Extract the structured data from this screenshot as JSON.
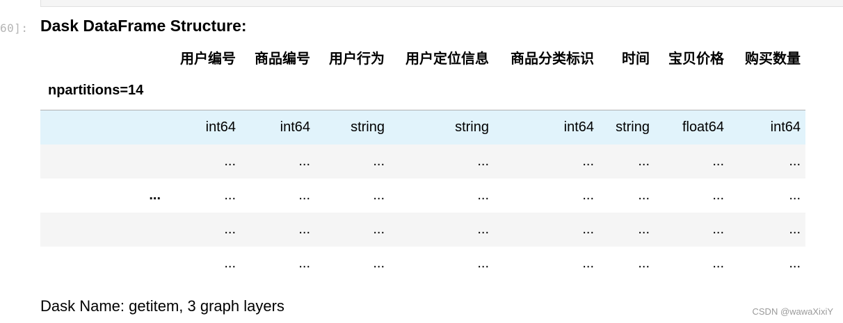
{
  "cell": {
    "prompt": "60]:",
    "title": "Dask DataFrame Structure:",
    "index_name": "npartitions=14",
    "columns": [
      "用户编号",
      "商品编号",
      "用户行为",
      "用户定位信息",
      "商品分类标识",
      "时间",
      "宝贝价格",
      "购买数量"
    ],
    "dtypes": [
      "int64",
      "int64",
      "string",
      "string",
      "int64",
      "string",
      "float64",
      "int64"
    ],
    "row_index_ellipsis": "...",
    "cell_ellipsis": "...",
    "dask_name": "Dask Name: getitem, 3 graph layers"
  },
  "watermark": "CSDN @wawaXixiY"
}
